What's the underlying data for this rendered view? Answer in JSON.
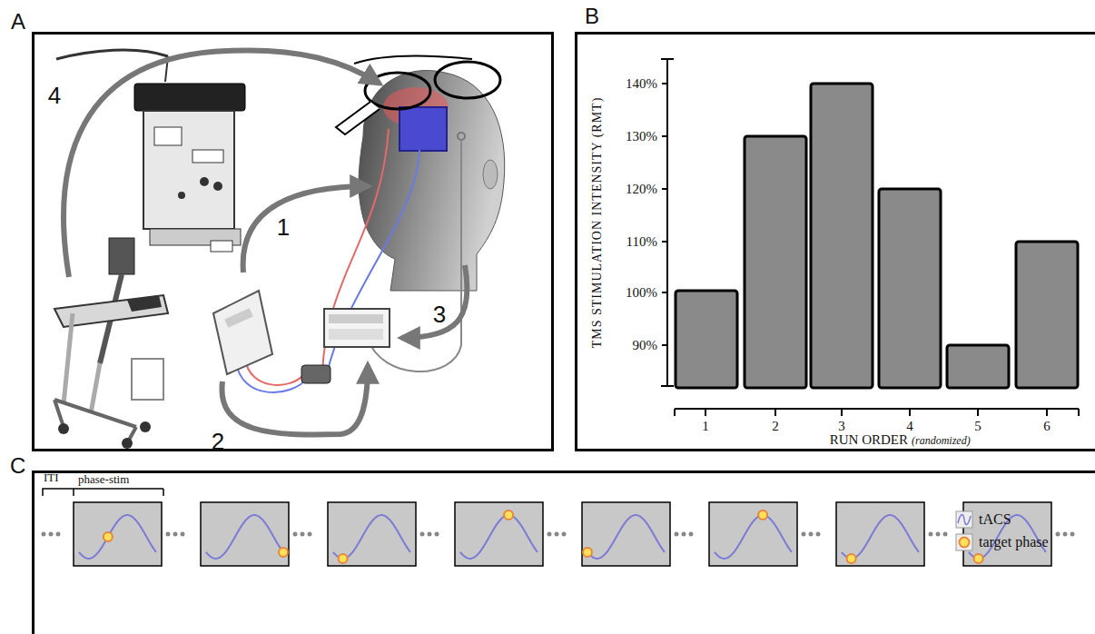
{
  "diagram": {
    "nodes": [
      {
        "text": [
          "A"
        ]
      },
      {
        "text": [
          "B"
        ]
      },
      {
        "text": [
          "C"
        ]
      }
    ],
    "labels": [
      "1",
      "2",
      "3",
      "4",
      "TMS STIMULATION INTENSITY (RMT)",
      "140%",
      "130%",
      "120%",
      "110%",
      "100%",
      "90%",
      "1",
      "2",
      "3",
      "4",
      "5",
      "6",
      "RUN ORDER",
      "(randomized)",
      "ITI",
      "phase-stim"
    ],
    "legend": [
      {
        "text": "tACS"
      },
      {
        "text": "target phase"
      }
    ]
  }
}
